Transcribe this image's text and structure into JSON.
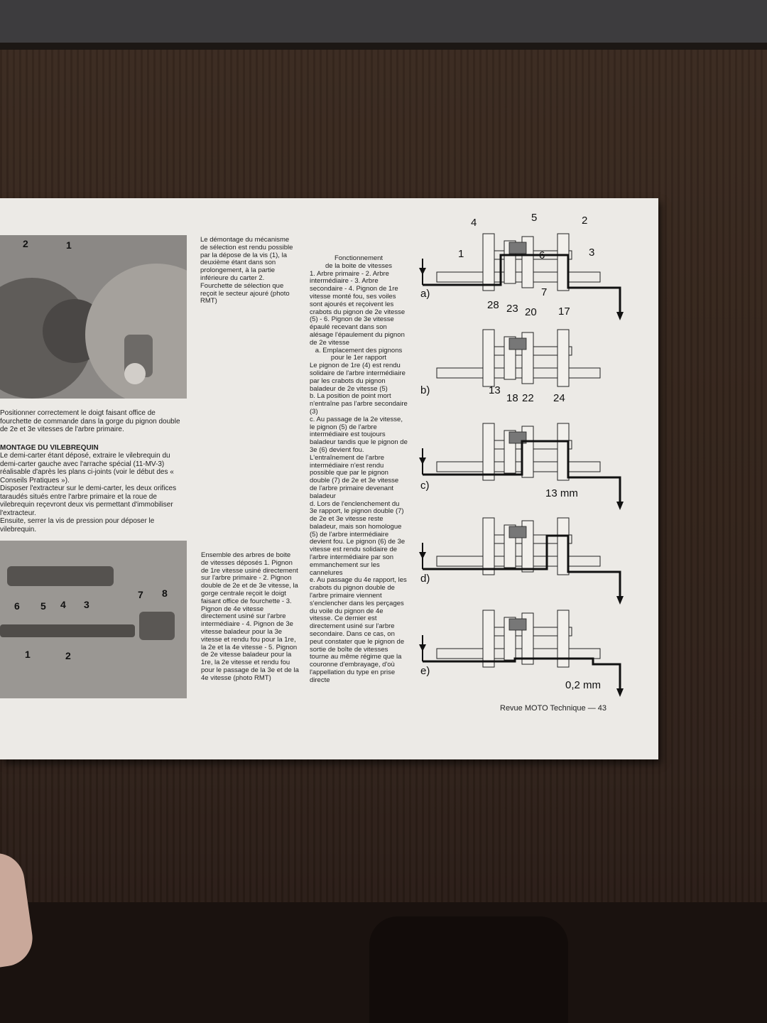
{
  "photo1": {
    "labels": [
      "2",
      "1"
    ]
  },
  "caption_selection": "Le démontage du mécanisme de sélection est rendu possible par la dépose de la vis (1), la deuxième étant dans son prolongement, à la partie inférieure du carter 2. Fourchette de sélection que reçoit le secteur ajouré (photo RMT)",
  "left_text": {
    "para1": "Positionner correctement le doigt faisant office de fourchette de commande dans la gorge du pignon double de 2e et 3e vitesses de l'arbre primaire.",
    "heading": "MONTAGE DU VILEBREQUIN",
    "para2": "Le demi-carter étant déposé, extraire le vilebrequin du demi-carter gauche avec l'arrache spécial (11-MV-3) réalisable d'après les plans ci-joints (voir le début des « Conseils Pratiques »).",
    "para3": "Disposer l'extracteur sur le demi-carter, les deux orifices taraudés situés entre l'arbre primaire et la roue de vilebrequin reçevront deux vis permettant d'immobiliser l'extracteur.",
    "para4": "Ensuite, serrer la vis de pression pour déposer le vilebrequin."
  },
  "photo2": {
    "labels": [
      "6",
      "5",
      "4",
      "3",
      "1",
      "2",
      "7",
      "8"
    ]
  },
  "caption_gears": "Ensemble des arbres de boite de vitesses déposés 1. Pignon de 1re vitesse usiné directement sur l'arbre primaire - 2. Pignon double de 2e et de 3e vitesse, la gorge centrale reçoit le doigt faisant office de fourchette - 3. Pignon de 4e vitesse directement usiné sur l'arbre intermédiaire - 4. Pignon de 3e vitesse baladeur pour la 3e vitesse et rendu fou pour la 1re, la 2e et la 4e vitesse - 5. Pignon de 2e vitesse baladeur pour la 1re, la 2e vitesse et rendu fou pour le passage de la 3e et de la 4e vitesse (photo RMT)",
  "middle": {
    "title_line1": "Fonctionnement",
    "title_line2": "de la boite de vitesses",
    "body": "1. Arbre primaire - 2. Arbre intermédiaire - 3. Arbre secondaire - 4. Pignon de 1re vitesse monté fou, ses voiles sont ajourés et reçoivent les crabots du pignon de 2e vitesse (5) - 6. Pignon de 3e vitesse épaulé recevant dans son alésage l'épaulement du pignon de 2e vitesse",
    "a": "a. Emplacement des pignons pour le 1er rapport",
    "a2": "Le pignon de 1re (4) est rendu solidaire de l'arbre intermédiaire par les crabots du pignon baladeur de 2e vitesse (5)",
    "b": "b. La position de point mort n'entraîne pas l'arbre secondaire (3)",
    "c": "c. Au passage de la 2e vitesse, le pignon (5) de l'arbre intermédiaire est toujours baladeur tandis que le pignon de 3e (6) devient fou. L'entraînement de l'arbre intermédiaire n'est rendu possible que par le pignon double (7) de 2e et 3e vitesse de l'arbre primaire devenant baladeur",
    "d": "d. Lors de l'enclenchement du 3e rapport, le pignon double (7) de 2e et 3e vitesse reste baladeur, mais son homologue (5) de l'arbre intermédiaire devient fou. Le pignon (6) de 3e vitesse est rendu solidaire de l'arbre intermédiaire par son emmanchement sur les cannelures",
    "e": "e. Au passage du 4e rapport, les crabots du pignon double de l'arbre primaire viennent s'enclencher dans les perçages du voile du pignon de 4e vitesse. Ce dernier est directement usiné sur l'arbre secondaire. Dans ce cas, on peut constater que le pignon de sortie de boîte de vitesses tourne au même régime que la couronne d'embrayage, d'où l'appellation du type en prise directe"
  },
  "diagram": {
    "rows": [
      "a)",
      "b)",
      "c)",
      "d)",
      "e)"
    ],
    "numbers_a": [
      "4",
      "5",
      "2",
      "1",
      "6",
      "3",
      "7"
    ],
    "numbers_b_top": [
      "28",
      "23",
      "20",
      "17"
    ],
    "numbers_b_bottom": [
      "13",
      "18",
      "22",
      "24"
    ],
    "dim_13": "13 mm",
    "dim_02": "0,2 mm"
  },
  "footer": "Revue MOTO Technique — 43"
}
